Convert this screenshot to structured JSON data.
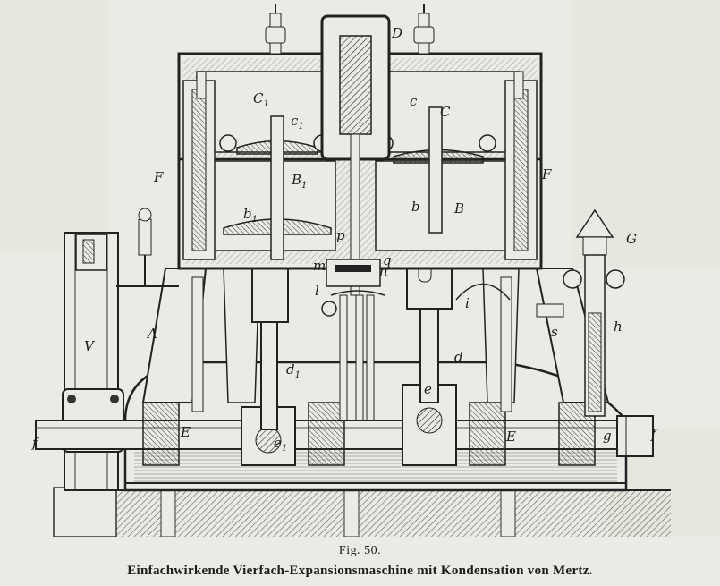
{
  "figure": {
    "number": "Fig. 50.",
    "title": "Einfachwirkende Vierfach-Expansionsmaschine mit Kondensation von Mertz."
  },
  "labels": {
    "D": "D",
    "C1": "C",
    "C1_sub": "1",
    "c1": "c",
    "c1_sub": "1",
    "c": "c",
    "C": "C",
    "F_left": "F",
    "F_right": "F",
    "B1": "B",
    "B1_sub": "1",
    "b1": "b",
    "b1_sub": "1",
    "b": "b",
    "B": "B",
    "G": "G",
    "p": "p",
    "q": "q",
    "m": "m",
    "l": "l",
    "n": "n",
    "i": "i",
    "s": "s",
    "h": "h",
    "A": "A",
    "V": "V",
    "d1": "d",
    "d1_sub": "1",
    "d": "d",
    "E_left": "E",
    "E_right": "E",
    "e": "e",
    "e1": "e",
    "e1_sub": "1",
    "g": "g",
    "f_left": "f",
    "f_right": "f"
  }
}
